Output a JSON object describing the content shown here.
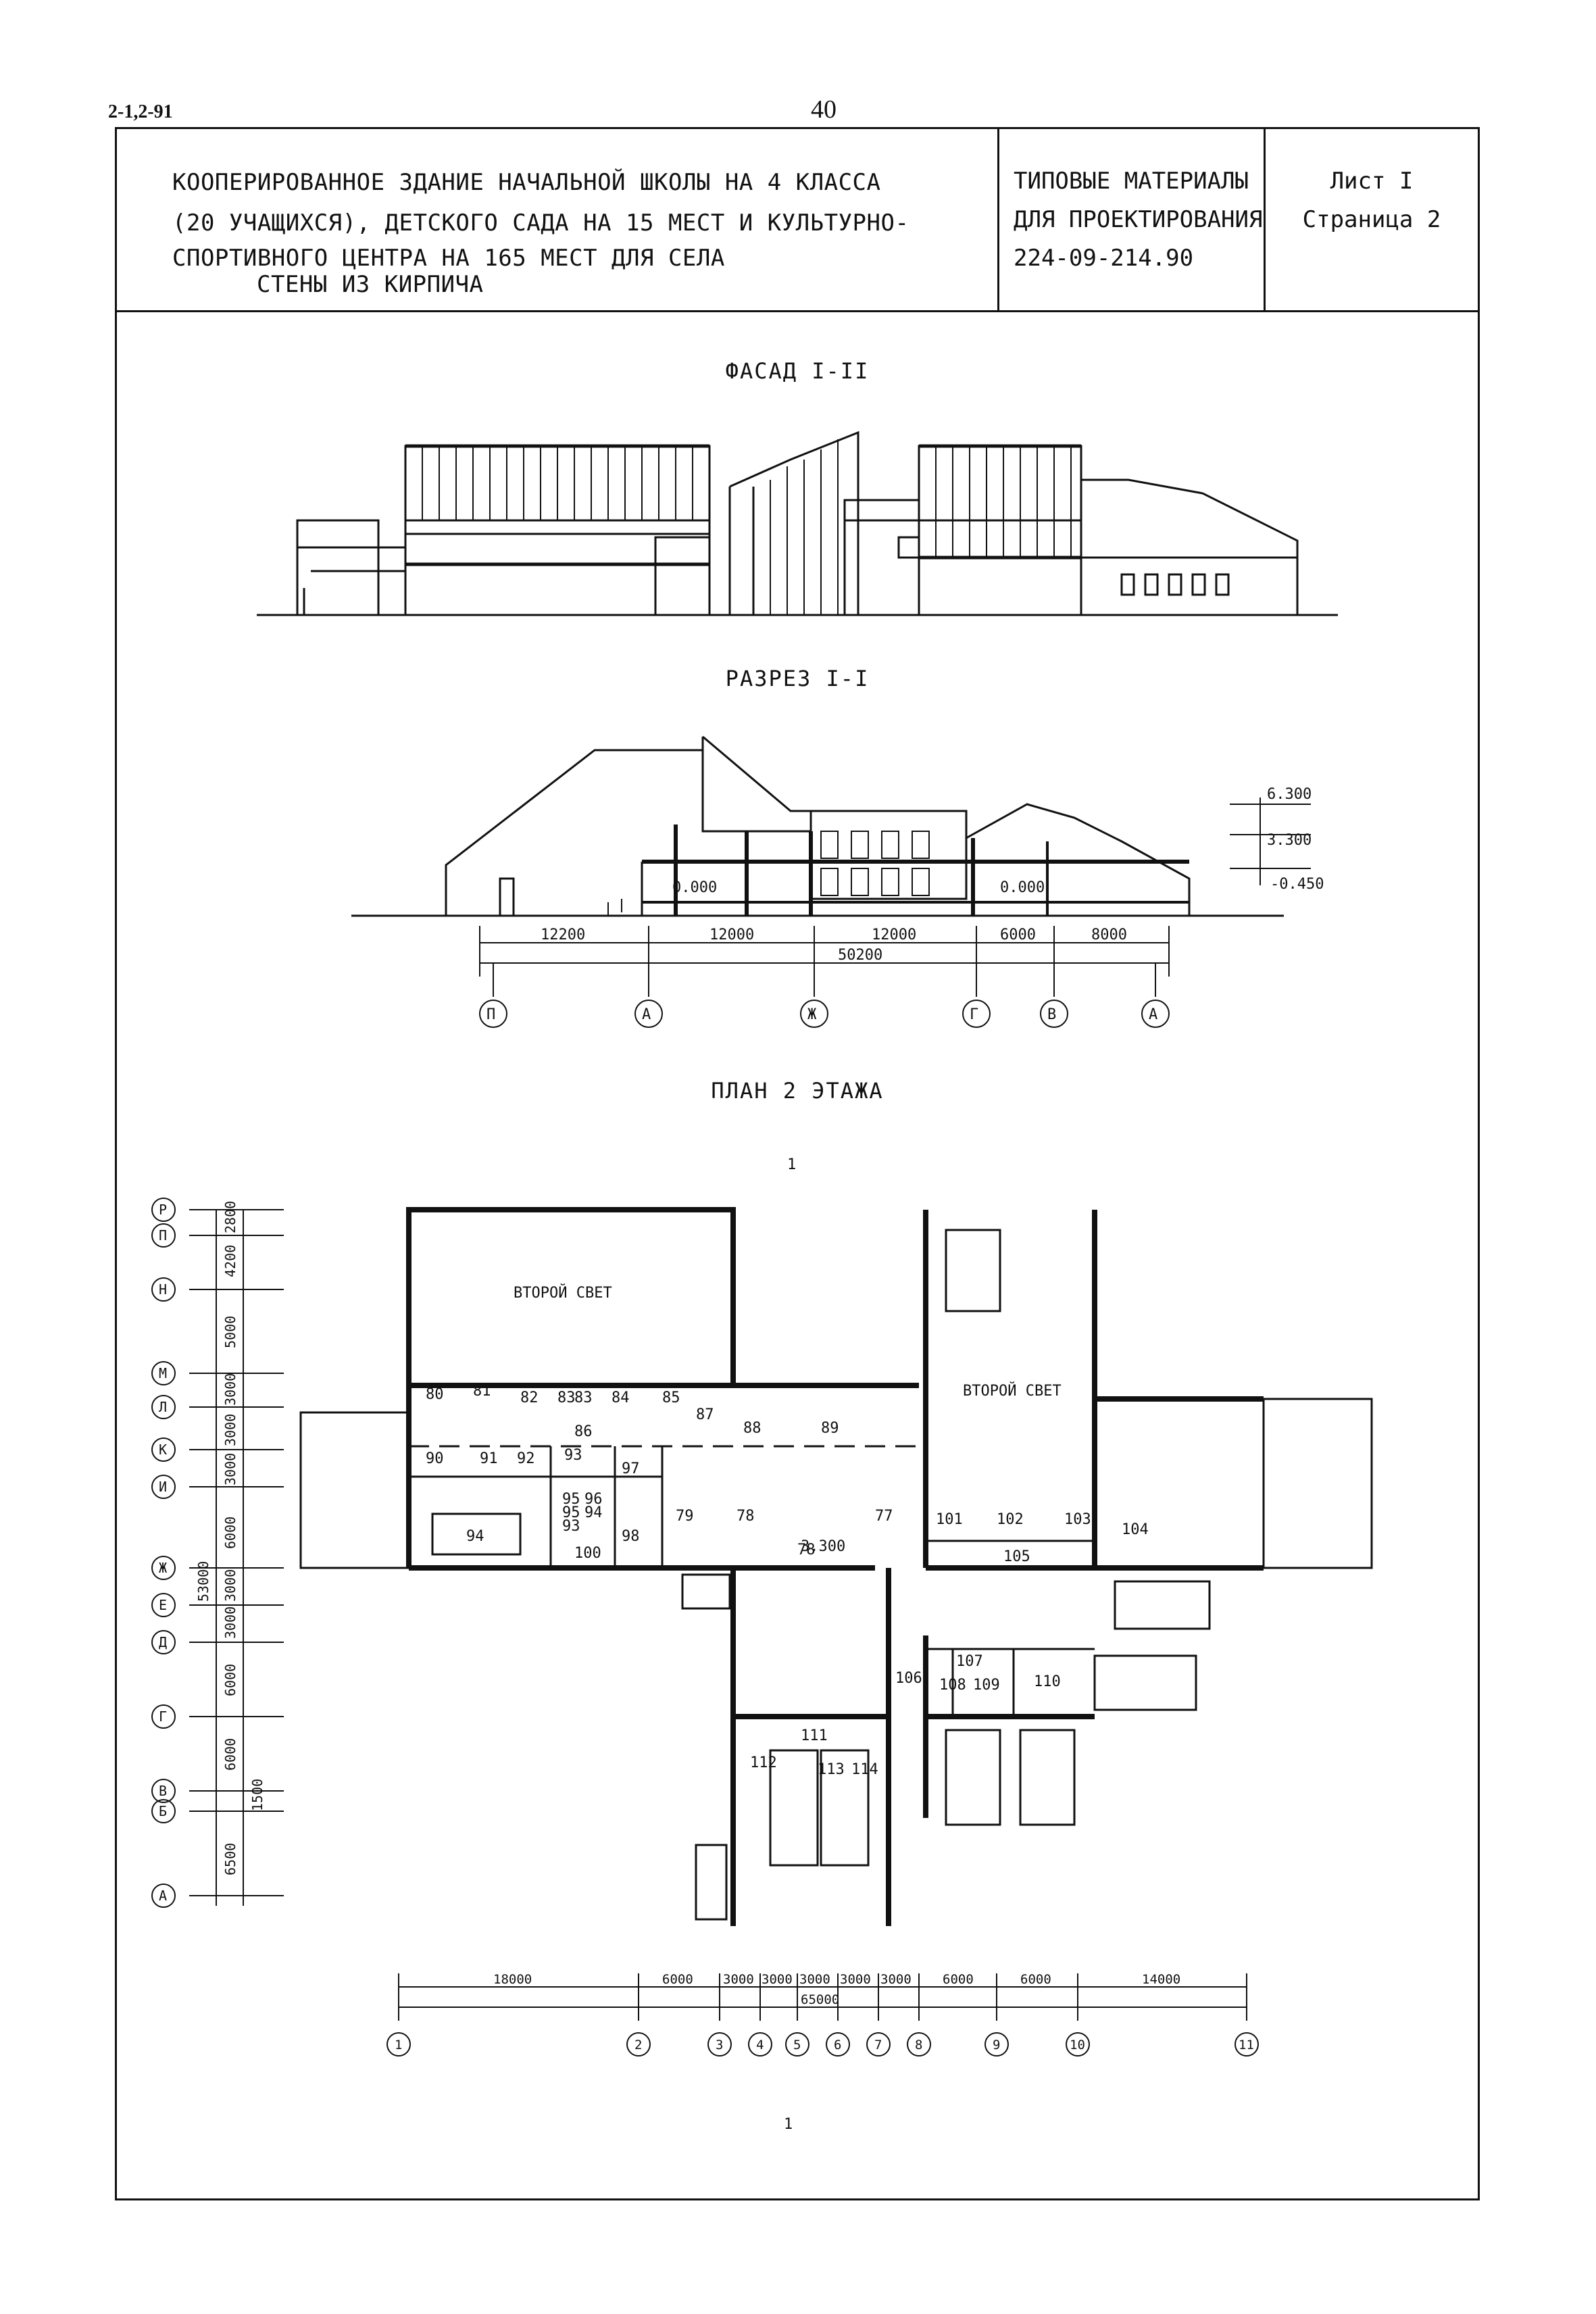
{
  "header": {
    "doc_code": "2-1,2-91",
    "page_number": "40",
    "title_line1": "КООПЕРИРОВАННОЕ ЗДАНИЕ НАЧАЛЬНОЙ ШКОЛЫ НА 4 КЛАССА",
    "title_line2": "(20 УЧАЩИХСЯ), ДЕТСКОГО САДА НА 15 МЕСТ И КУЛЬТУРНО-",
    "title_line3": "СПОРТИВНОГО ЦЕНТРА НА 165 МЕСТ ДЛЯ СЕЛА",
    "title_line4": "СТЕНЫ ИЗ КИРПИЧА",
    "materials_line1": "ТИПОВЫЕ МАТЕРИАЛЫ",
    "materials_line2": "ДЛЯ ПРОЕКТИРОВАНИЯ",
    "materials_line3": "224-09-214.90",
    "sheet_line1": "Лист I",
    "sheet_line2": "Страница 2"
  },
  "facade": {
    "title": "ФАСАД I-II"
  },
  "section": {
    "title": "РАЗРЕЗ I-I",
    "levels": [
      "6.300",
      "3.300",
      "-0.450"
    ],
    "floor_marks": [
      "0.000",
      "0.000"
    ],
    "dims": [
      "12200",
      "12000",
      "12000",
      "6000",
      "8000"
    ],
    "total": "50200",
    "axes": [
      "П",
      "А",
      "Ж",
      "Г",
      "В",
      "А"
    ]
  },
  "plan": {
    "title": "ПЛАН 2 ЭТАЖА",
    "cut_mark": "1",
    "label_second_light": "ВТОРОЙ СВЕТ",
    "level_mark": "3.300",
    "rooms": [
      "80",
      "81",
      "82",
      "83",
      "83",
      "84",
      "85",
      "86",
      "87",
      "88",
      "89",
      "90",
      "91",
      "92",
      "93",
      "94",
      "95",
      "95",
      "96",
      "94",
      "93",
      "97",
      "98",
      "100",
      "79",
      "78",
      "78",
      "77",
      "101",
      "102",
      "103",
      "104",
      "105",
      "106",
      "107",
      "108",
      "109",
      "110",
      "111",
      "112",
      "113",
      "114"
    ],
    "left_axes": [
      "Р",
      "П",
      "Н",
      "М",
      "Л",
      "К",
      "И",
      "Ж",
      "Е",
      "Д",
      "Г",
      "В",
      "Б",
      "А"
    ],
    "left_dims": [
      "2800",
      "4200",
      "5000",
      "3000",
      "3000",
      "3000",
      "6000",
      "3000",
      "3000",
      "6000",
      "6000",
      "1500",
      "6500"
    ],
    "left_total": "53000",
    "bottom_dims": [
      "18000",
      "6000",
      "3000",
      "3000",
      "3000",
      "3000",
      "3000",
      "6000",
      "6000",
      "14000"
    ],
    "bottom_total": "65000",
    "bottom_axes": [
      "1",
      "2",
      "3",
      "4",
      "5",
      "6",
      "7",
      "8",
      "9",
      "10",
      "11"
    ]
  }
}
